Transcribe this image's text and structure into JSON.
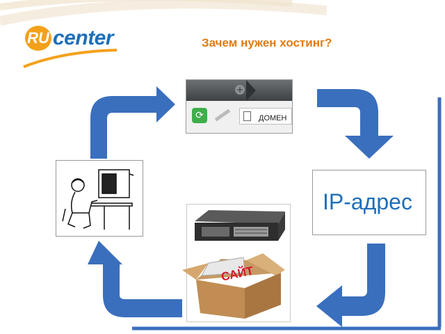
{
  "title": "Зачем нужен хостинг?",
  "logo": {
    "ru": "RU",
    "text": "center",
    "brand_colors": {
      "blue": "#1e6fb8",
      "orange": "#f3a11b"
    }
  },
  "nodes": {
    "browser": {
      "domain_text": "ДОМЕН"
    },
    "ip": {
      "label": "IP-адрес"
    },
    "server": {
      "site_text": "САЙТ"
    },
    "user": {}
  },
  "colors": {
    "arrow": "#3a6fbd",
    "title": "#e07b10",
    "frame": "#3a6fbd"
  }
}
